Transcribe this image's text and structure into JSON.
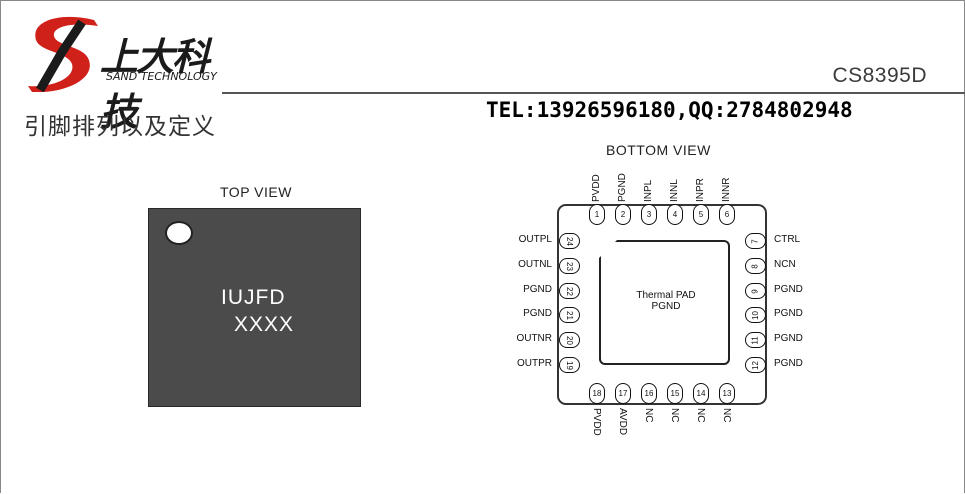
{
  "header": {
    "logo_cn": "上大科技",
    "logo_en": "SAND TECHNOLOGY",
    "part_number": "CS8395D",
    "section_title": "引脚排列以及定义",
    "contact": "TEL:13926596180,QQ:2784802948"
  },
  "top_view": {
    "label": "TOP VIEW",
    "marking_line1": "IUJFD",
    "marking_line2": "XXXX"
  },
  "bottom_view": {
    "label": "BOTTOM VIEW",
    "pad_line1": "Thermal PAD",
    "pad_line2": "PGND",
    "top_pins": [
      {
        "num": "1",
        "name": "PVDD"
      },
      {
        "num": "2",
        "name": "PGND"
      },
      {
        "num": "3",
        "name": "INPL"
      },
      {
        "num": "4",
        "name": "INNL"
      },
      {
        "num": "5",
        "name": "INPR"
      },
      {
        "num": "6",
        "name": "INNR"
      }
    ],
    "right_pins": [
      {
        "num": "7",
        "name": "CTRL"
      },
      {
        "num": "8",
        "name": "NCN"
      },
      {
        "num": "9",
        "name": "PGND"
      },
      {
        "num": "10",
        "name": "PGND"
      },
      {
        "num": "11",
        "name": "PGND"
      },
      {
        "num": "12",
        "name": "PGND"
      }
    ],
    "bottom_pins": [
      {
        "num": "18",
        "name": "PVDD"
      },
      {
        "num": "17",
        "name": "AVDD"
      },
      {
        "num": "16",
        "name": "NC"
      },
      {
        "num": "15",
        "name": "NC"
      },
      {
        "num": "14",
        "name": "NC"
      },
      {
        "num": "13",
        "name": "NC"
      }
    ],
    "left_pins": [
      {
        "num": "24",
        "name": "OUTPL"
      },
      {
        "num": "23",
        "name": "OUTNL"
      },
      {
        "num": "22",
        "name": "PGND"
      },
      {
        "num": "21",
        "name": "PGND"
      },
      {
        "num": "20",
        "name": "OUTNR"
      },
      {
        "num": "19",
        "name": "OUTPR"
      }
    ]
  }
}
